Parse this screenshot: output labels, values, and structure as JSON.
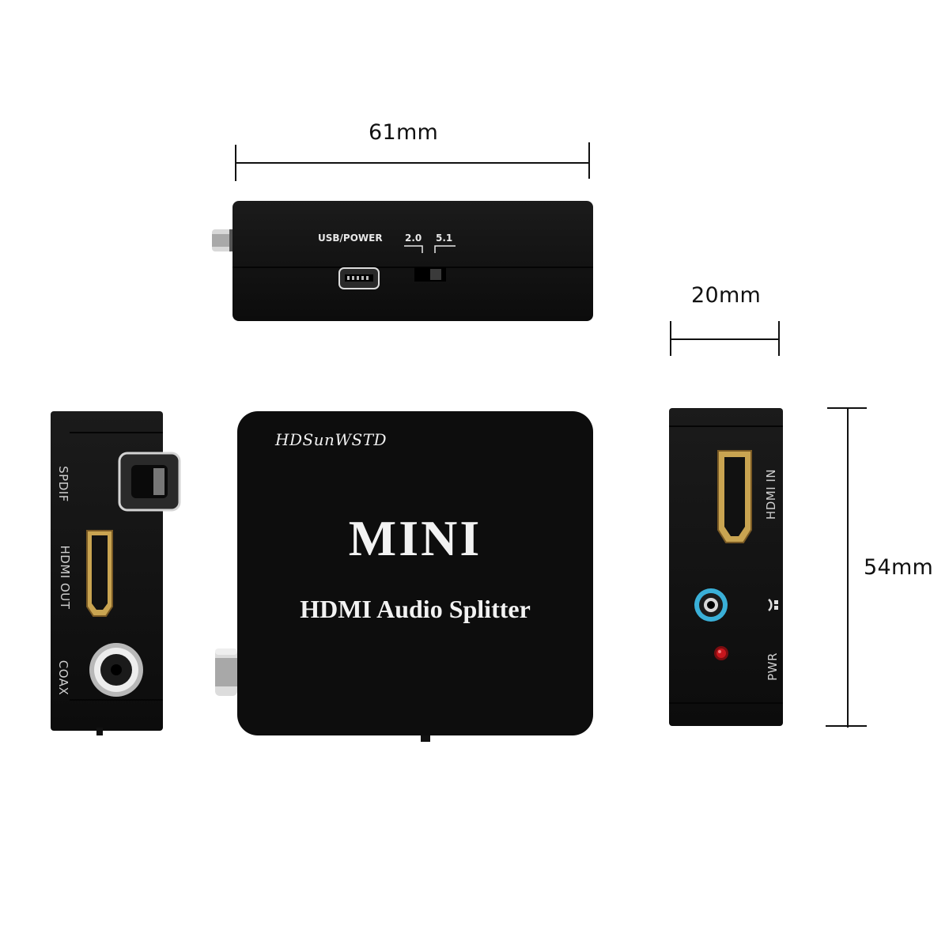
{
  "dimensions": {
    "width_label": "61mm",
    "depth_label": "20mm",
    "height_label": "54mm"
  },
  "top_view": {
    "usb_power_label": "USB/POWER",
    "switch_left_label": "2.0",
    "switch_right_label": "5.1"
  },
  "front_view": {
    "brand": "HDSunWSTD",
    "model_title": "MINI",
    "product_name": "HDMI Audio Splitter"
  },
  "left_view": {
    "spdif_label": "SPDIF",
    "hdmi_out_label": "HDMI OUT",
    "coax_label": "COAX"
  },
  "right_view": {
    "hdmi_in_label": "HDMI IN",
    "pwr_label": "PWR",
    "headphone_icon": "headphone-icon"
  },
  "colors": {
    "device_body": "#111111",
    "text_on_device": "#ffffff",
    "hdmi_gold": "#c9a451",
    "audio_jack_ring": "#3ab0d8",
    "power_led": "#c8161d"
  }
}
